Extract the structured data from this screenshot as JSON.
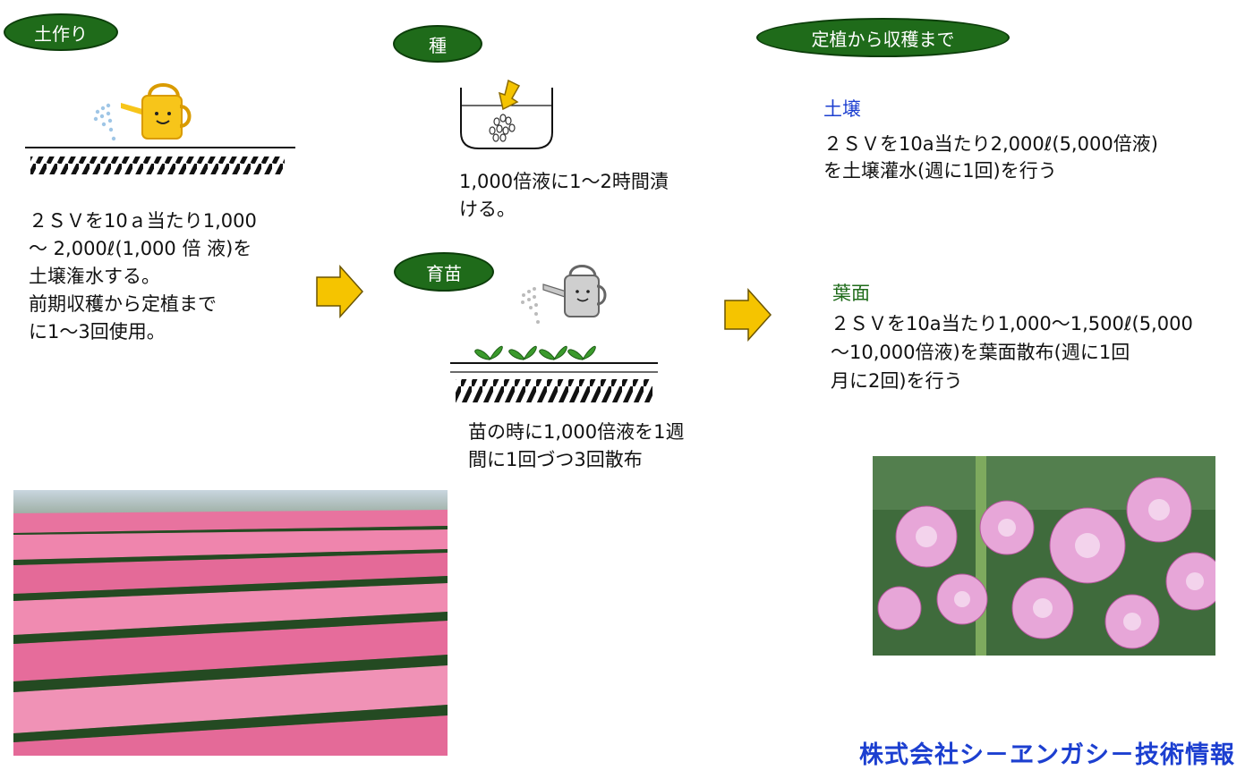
{
  "sections": {
    "soil_prep": {
      "label": "土作り",
      "text": "２ＳＶを10ａ当たり1,000\n～ 2,000ℓ(1,000 倍 液)を\n土壌潅水する。\n前期収穫から定植まで\nに1～3回使用。"
    },
    "seed": {
      "label": "種",
      "text": "1,000倍液に1～2時間漬\nける。"
    },
    "seedling": {
      "label": "育苗",
      "text": "苗の時に1,000倍液を1週\n間に1回づつ3回散布"
    },
    "planting_to_harvest": {
      "label": "定植から収穫まで",
      "soil": {
        "heading": "土壌",
        "text": "２ＳＶを10a当たり2,000ℓ(5,000倍液)\nを土壌灌水(週に1回)を行う"
      },
      "foliar": {
        "heading": "葉面",
        "text": "２ＳＶを10a当たり1,000～1,500ℓ(5,000\n～10,000倍液)を葉面散布(週に1回\n月に2回)を行う"
      }
    }
  },
  "footer": {
    "text": "株式会社シ－ヱンガシ－技術情報"
  },
  "colors": {
    "pill_green": "#1f6b1a",
    "heading_blue": "#1c3fd0",
    "arrow_yellow": "#f5c400"
  }
}
